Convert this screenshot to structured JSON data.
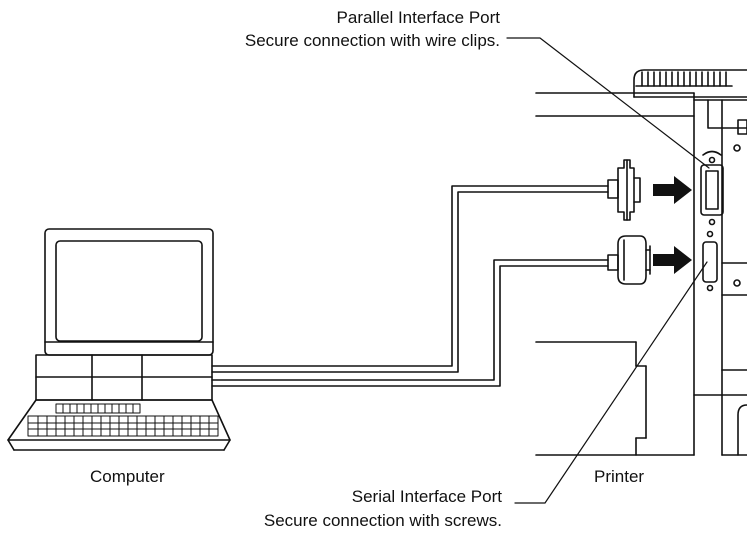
{
  "labels": {
    "parallel_port_title": "Parallel Interface Port",
    "parallel_port_note": "Secure connection with wire clips.",
    "serial_port_title": "Serial Interface Port",
    "serial_port_note": "Secure connection with screws.",
    "computer": "Computer",
    "printer": "Printer"
  },
  "colors": {
    "line": "#111111",
    "background": "#ffffff"
  }
}
